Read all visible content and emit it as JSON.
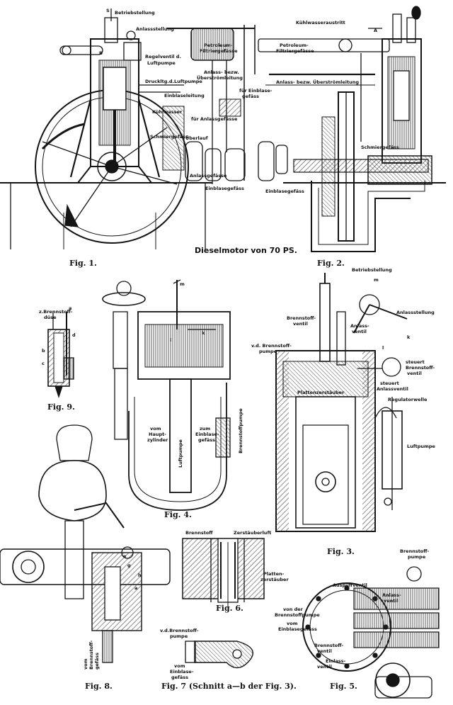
{
  "main_title": "Dieselmotor von 70 PS.",
  "captions": {
    "fig1": "Fig. 1.",
    "fig2": "Fig. 2.",
    "fig3": "Fig. 3.",
    "fig4": "Fig. 4.",
    "fig5": "Fig. 5.",
    "fig6": "Fig. 6.",
    "fig7": "Fig. 7 (Schnitt a—b der Fig. 3).",
    "fig8": "Fig. 8.",
    "fig9": "Fig. 9."
  },
  "labels": {
    "fig1": {
      "betriebstellung": "Betriebstellung",
      "anlassstellung": "Anlassstellung",
      "regelventil": "Regelventil d.",
      "luftpumpe": "Luftpumpe",
      "druckltg": "Druckltg.d.Luftpumpe",
      "petroleum_filter": "Petroleum-",
      "filtriergefaesse": "Filtriergefässe",
      "anlass_ueber": "Anlass- bezw.",
      "ueberstroemleitung": "Überströmleitung",
      "einblaseleitung": "Einblaseleitung",
      "fuer_einblase": "für Einblase-",
      "gefaess": "gefäss",
      "fuer_anlassgefaesse": "für Anlassgefässe",
      "schmiergefaess": "Schmiergefäss",
      "ueberlauf": "Überlauf",
      "kuehlwasser": "Kühlwasser",
      "anlassgefaesse": "Anlassgefässe",
      "einblasegefaess": "Einblasegefäss",
      "letter_s": "S",
      "letter_b": "B"
    },
    "fig2": {
      "kuehlwasseraustritt": "Kühlwasseraustritt",
      "petroleum": "Petroleum-",
      "filtriergefaesse": "Filtriergefässe",
      "anlass_ueber": "Anlass- bezw. Überströmleitung",
      "schmiergefaess": "Schmiergefäss",
      "einblasegefaess": "Einblasegefäss",
      "letter_a": "A"
    },
    "fig3": {
      "betriebstellung": "Betriebstellung",
      "anlassstellung": "Anlassstellung",
      "brennstoffventil": "Brennstoff-",
      "ventil": "ventil",
      "vd_brennstoff": "v.d. Brennstoff-",
      "pumpe": "pumpe",
      "anlassventil": "Anlass-",
      "anlass_ventil2": "ventil",
      "steuert_brenn": "steuert",
      "brennstoff2": "Brennstoff-",
      "ventil3": "ventil",
      "steuert_anlass": "steuert",
      "anlassventil2": "Anlassventil",
      "plattenzerstaeuber": "Plattenzerstäuber",
      "regulatorwelle": "Regulatorwelle",
      "luftpumpe": "Luftpumpe",
      "letter_m": "m",
      "letter_k": "k",
      "letter_l": "l"
    },
    "fig4": {
      "vom_haupt": "vom",
      "hauptzylinder": "Haupt-",
      "zylinder": "zylinder",
      "zum_einblase": "zum",
      "einblase": "Einblase-",
      "gefaess": "gefäss",
      "luftpumpe": "Luftpumpe",
      "brennstoffpumpe": "Brennstoffpumpe",
      "letter_m": "m",
      "letter_k": "k",
      "letter_i": "i"
    },
    "fig5": {
      "brennstoffpumpe": "Brennstoff-",
      "pumpe": "pumpe",
      "auspuffventil": "Auspuffventil",
      "anlassventil": "Anlass-",
      "ventil": "ventil",
      "von_der": "von der",
      "brennstoffpumpe2": "Brennstoffpumpe",
      "vom": "vom",
      "einblasegefaess": "Einblasegefäss",
      "brennstoff": "Brennstoff-",
      "ventil2": "ventil",
      "einlass": "Einlass-",
      "ventil3": "ventil"
    },
    "fig6": {
      "brennstoff": "Brennstoff",
      "zerstaeuberluft": "Zerstäuberluft",
      "platten": "Platten-",
      "zerstaeuber": "zerstäuber"
    },
    "fig7": {
      "vd_brennstoff": "v.d.Brennstoff-",
      "pumpe": "pumpe",
      "vom": "vom",
      "einblase": "Einblase-",
      "gefaess": "gefäss"
    },
    "fig8": {
      "vom": "vom",
      "brennstoff": "Brennstoff-",
      "gefaess": "gefäss",
      "letter_a": "a",
      "letter_h": "h",
      "letter_e": "e",
      "letter_g": "g"
    },
    "fig9": {
      "z_brennstoff": "z.Brennstoff-",
      "duese": "düse",
      "letter_a": "a",
      "letter_b": "b",
      "letter_c": "c",
      "letter_d": "d"
    }
  },
  "colors": {
    "ink": "#141414",
    "paper": "#ffffff",
    "hatch": "#5a5a5a"
  }
}
